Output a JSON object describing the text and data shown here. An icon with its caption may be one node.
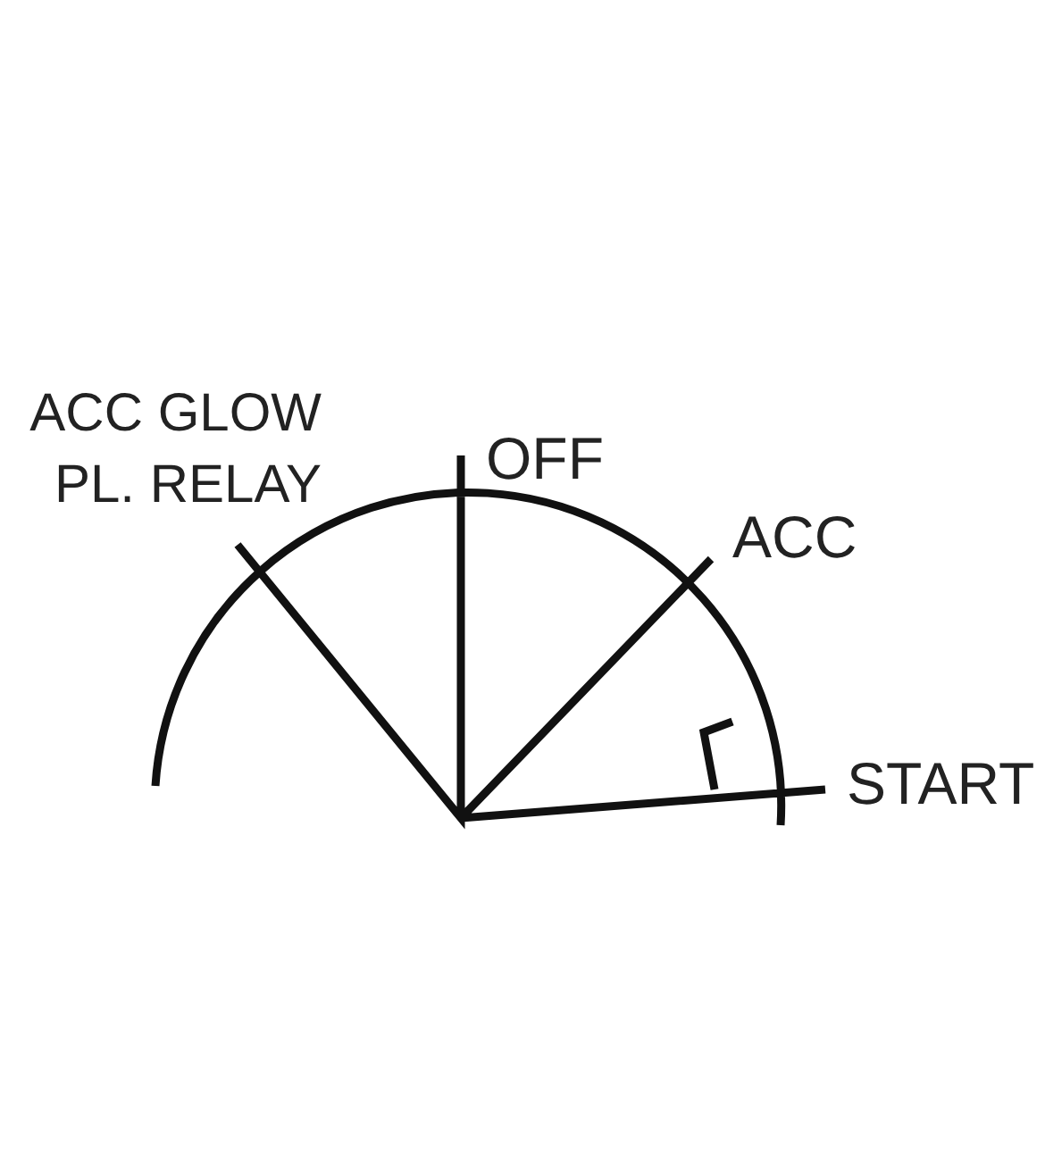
{
  "diagram": {
    "labels": [
      "ACC GLOW PL. RELAY",
      "OFF",
      "ACC",
      "START"
    ]
  }
}
